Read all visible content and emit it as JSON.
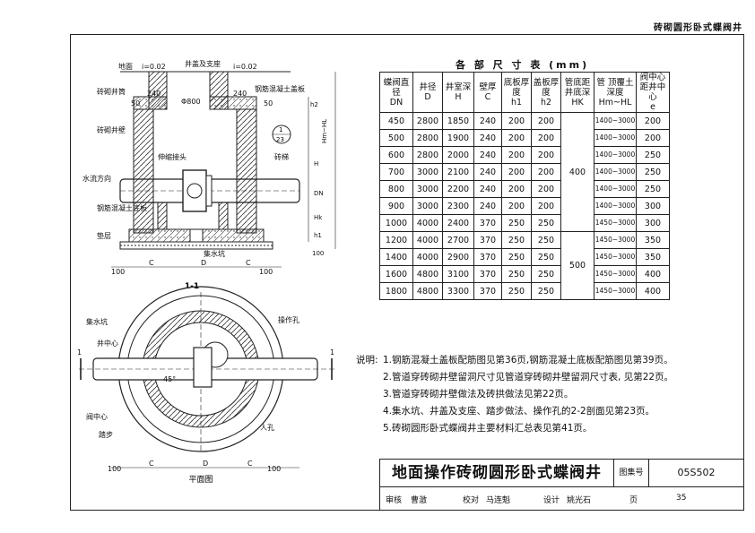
{
  "header": {
    "title": "砖砌圆形卧式蝶阀井"
  },
  "section_view": {
    "title": "1-1",
    "labels": {
      "ground": "地面",
      "slope1": "i=0.02",
      "slope2": "i=0.02",
      "cover": "井盖及支座",
      "shaft": "砖砌井筒",
      "wall": "砖砌井壁",
      "flow": "水流方向",
      "joint": "伸缩接头",
      "step": "砖梯",
      "cover_slab": "钢筋混凝土盖板",
      "base_slab": "钢筋混凝土底板",
      "cushion": "垫层",
      "sump": "集水坑",
      "d240a": "240",
      "d240b": "240",
      "d50a": "50",
      "d50b": "50",
      "phi": "Φ800",
      "ref_num": "1",
      "ref_den": "23",
      "h2": "h2",
      "h1": "h1",
      "hmhl": "Hm~HL",
      "H": "H",
      "DN": "DN",
      "Hk": "Hk",
      "d100a": "100",
      "d100b": "100",
      "d100c": "100",
      "C1": "C",
      "C2": "C",
      "D": "D"
    }
  },
  "plan_view": {
    "title": "平面图",
    "labels": {
      "sump": "集水坑",
      "center": "井中心",
      "valve_center": "阀中心",
      "steps": "踏步",
      "hole": "操作孔",
      "manhole": "人孔",
      "angle": "45°",
      "cut_l": "1",
      "cut_r": "1",
      "d100a": "100",
      "d100b": "100",
      "C1": "C",
      "C2": "C",
      "D": "D"
    }
  },
  "table": {
    "title": "各 部 尺 寸 表   (mm)",
    "headers": [
      {
        "name": "蝶阀直径",
        "sym": "DN"
      },
      {
        "name": "井径",
        "sym": "D"
      },
      {
        "name": "井室深",
        "sym": "H"
      },
      {
        "name": "壁厚",
        "sym": "C"
      },
      {
        "name": "底板厚度",
        "sym": "h1"
      },
      {
        "name": "盖板厚度",
        "sym": "h2"
      },
      {
        "name": "管底距井底深",
        "sym": "HK"
      },
      {
        "name": "管 顶覆土深度",
        "sym": "Hm~HL"
      },
      {
        "name": "阀中心距井中心",
        "sym": "e"
      }
    ],
    "rows": [
      [
        "450",
        "2800",
        "1850",
        "240",
        "200",
        "200",
        "1400~3000",
        "200"
      ],
      [
        "500",
        "2800",
        "1900",
        "240",
        "200",
        "200",
        "1400~3000",
        "200"
      ],
      [
        "600",
        "2800",
        "2000",
        "240",
        "200",
        "200",
        "1400~3000",
        "250"
      ],
      [
        "700",
        "3000",
        "2100",
        "240",
        "200",
        "200",
        "1400~3000",
        "250"
      ],
      [
        "800",
        "3000",
        "2200",
        "240",
        "200",
        "200",
        "1400~3000",
        "250"
      ],
      [
        "900",
        "3000",
        "2300",
        "240",
        "200",
        "200",
        "1400~3000",
        "300"
      ],
      [
        "1000",
        "4000",
        "2400",
        "370",
        "250",
        "250",
        "1450~3000",
        "300"
      ],
      [
        "1200",
        "4000",
        "2700",
        "370",
        "250",
        "250",
        "1450~3000",
        "350"
      ],
      [
        "1400",
        "4000",
        "2900",
        "370",
        "250",
        "250",
        "1450~3000",
        "350"
      ],
      [
        "1600",
        "4800",
        "3100",
        "370",
        "250",
        "250",
        "1450~3000",
        "400"
      ],
      [
        "1800",
        "4800",
        "3300",
        "370",
        "250",
        "250",
        "1450~3000",
        "400"
      ]
    ],
    "hk_groups": [
      "400",
      "500"
    ]
  },
  "notes": {
    "label": "说明:",
    "items": [
      "1.钢筋混凝土盖板配筋图见第36页,钢筋混凝土底板配筋图见第39页。",
      "2.管道穿砖砌井壁留洞尺寸见管道穿砖砌井壁留洞尺寸表, 见第22页。",
      "3.管道穿砖砌井壁做法及砖拱做法见第22页。",
      "4.集水坑、井盖及支座、踏步做法、操作孔的2-2剖面见第23页。",
      "5.砖砌圆形卧式蝶阀井主要材料汇总表见第41页。"
    ]
  },
  "title_block": {
    "title": "地面操作砖砌圆形卧式蝶阀井",
    "atlas_label": "图集号",
    "atlas_no": "05S502",
    "review_label": "审核",
    "reviewer": "曹澂",
    "check_label": "校对",
    "checker": "马连魁",
    "design_label": "设计",
    "designer": "姚光石",
    "page_label": "页",
    "page_no": "35"
  }
}
